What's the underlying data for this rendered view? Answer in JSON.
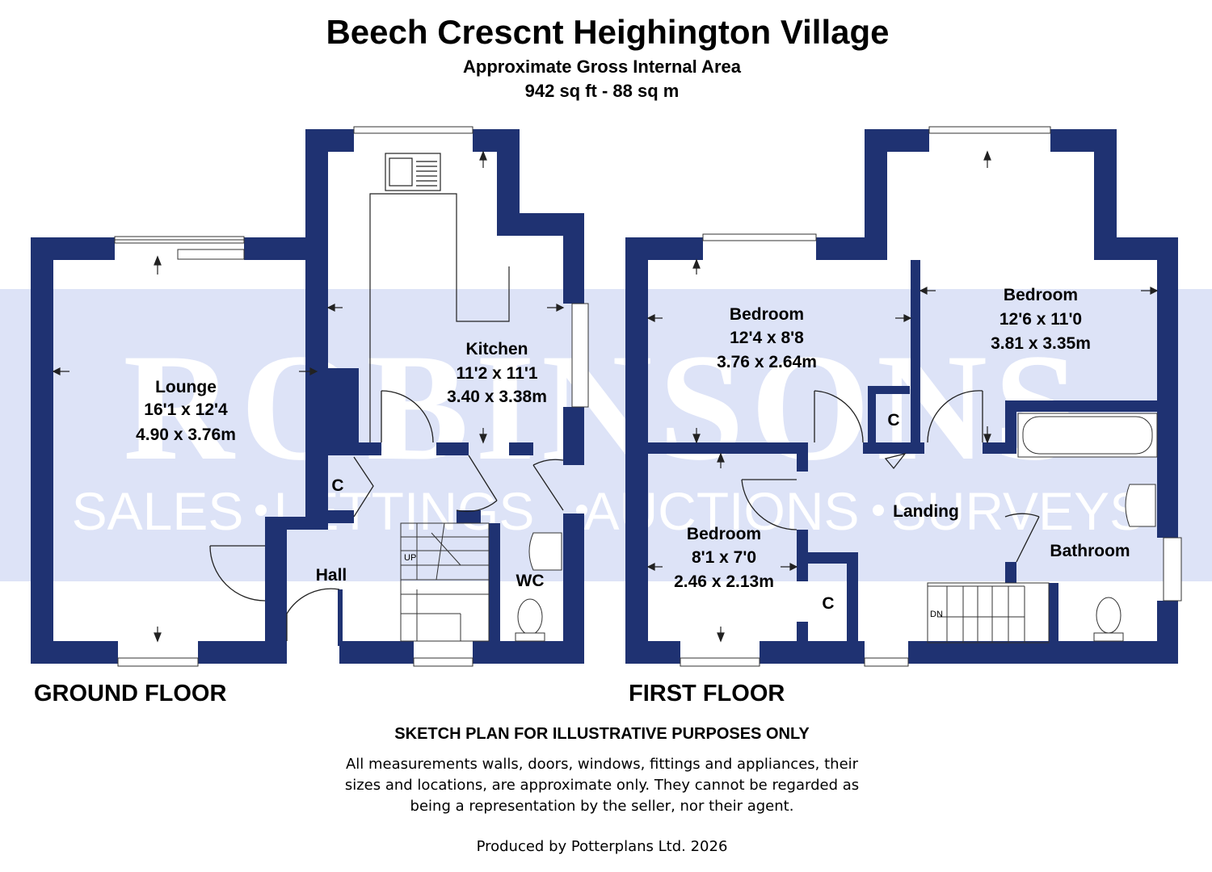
{
  "header": {
    "title": "Beech Crescnt Heighington Village",
    "subtitle": "Approximate Gross Internal Area",
    "area": "942 sq ft - 88 sq m"
  },
  "watermark": {
    "brand": "ROBINSONS",
    "services": [
      "SALES",
      "LETTINGS",
      "AUCTIONS",
      "SURVEYS"
    ]
  },
  "colors": {
    "wall": "#1f3272",
    "band": "#dde3f7",
    "watermark_text": "#ffffff"
  },
  "ground_floor": {
    "label": "GROUND FLOOR",
    "rooms": {
      "lounge": {
        "name": "Lounge",
        "imperial": "16'1 x 12'4",
        "metric": "4.90 x 3.76m"
      },
      "kitchen": {
        "name": "Kitchen",
        "imperial": "11'2 x 11'1",
        "metric": "3.40 x 3.38m"
      },
      "hall": {
        "name": "Hall"
      },
      "wc": {
        "name": "WC"
      },
      "cupboard": {
        "name": "C"
      }
    },
    "stairs_label": "UP"
  },
  "first_floor": {
    "label": "FIRST FLOOR",
    "rooms": {
      "bedroom_1": {
        "name": "Bedroom",
        "imperial": "12'4 x 8'8",
        "metric": "3.76 x 2.64m"
      },
      "bedroom_2": {
        "name": "Bedroom",
        "imperial": "12'6 x 11'0",
        "metric": "3.81 x 3.35m"
      },
      "bedroom_3": {
        "name": "Bedroom",
        "imperial": "8'1 x 7'0",
        "metric": "2.46 x 2.13m"
      },
      "landing": {
        "name": "Landing"
      },
      "bathroom": {
        "name": "Bathroom"
      },
      "cupboard_1": {
        "name": "C"
      },
      "cupboard_2": {
        "name": "C"
      }
    },
    "stairs_label": "DN"
  },
  "footer": {
    "heading": "SKETCH PLAN FOR ILLUSTRATIVE PURPOSES ONLY",
    "disclaimer_lines": [
      "All measurements walls, doors, windows, fittings and appliances, their",
      "sizes and locations, are approximate only. They cannot be regarded as",
      "being a representation by the seller, nor their agent."
    ],
    "credit": "Produced by Potterplans Ltd. 2026"
  }
}
